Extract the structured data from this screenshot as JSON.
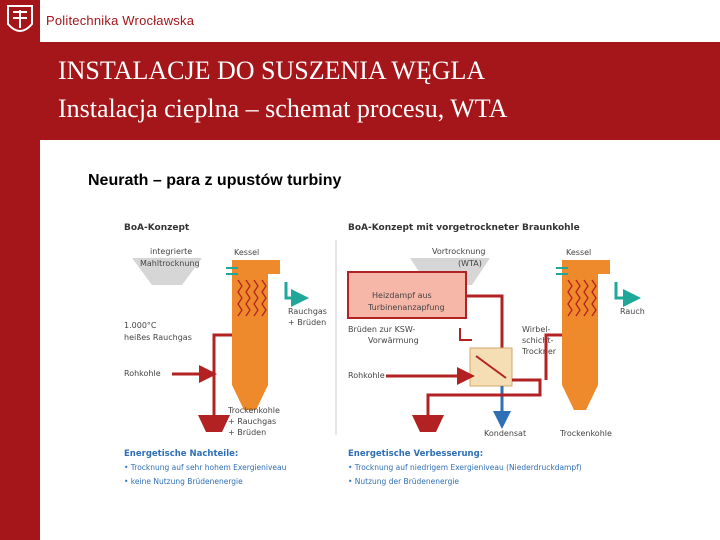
{
  "header": {
    "university": "Politechnika Wrocławska",
    "title_line1": "INSTALACJE DO SUSZENIA WĘGLA",
    "title_line2": "Instalacja cieplna – schemat procesu, WTA"
  },
  "slide": {
    "subtitle": "Neurath – para z upustów turbiny"
  },
  "left": {
    "heading": "BoA-Konzept",
    "label_mahl1": "integrierte",
    "label_mahl2": "Mahltrocknung",
    "kessel": "Kessel",
    "rauchgas1": "Rauchgas",
    "rauchgas2": "+ Brüden",
    "temp1": "1.000°C",
    "temp2": "heißes Rauchgas",
    "rohkohle": "Rohkohle",
    "trocken1": "Trockenkohle",
    "trocken2": "+ Rauchgas",
    "trocken3": "+ Brüden",
    "nachteile_title": "Energetische Nachteile:",
    "nachteile_1": "• Trocknung auf sehr hohem Exergieniveau",
    "nachteile_2": "• keine Nutzung Brüdenenergie"
  },
  "right": {
    "heading": "BoA-Konzept mit vorgetrockneter Braunkohle",
    "vortrocknung1": "Vortrocknung",
    "vortrocknung2": "(WTA)",
    "kessel": "Kessel",
    "rauch": "Rauch",
    "heizdampf1": "Heizdampf aus",
    "heizdampf2": "Turbinenanzapfung",
    "brueden1": "Brüden zur KSW-",
    "brueden2": "Vorwärmung",
    "wirbel1": "Wirbel-",
    "wirbel2": "schicht-",
    "wirbel3": "Trockner",
    "rohkohle": "Rohkohle",
    "kondensat": "Kondensat",
    "trockenkohle": "Trockenkohle",
    "verbesserung_title": "Energetische Verbesserung:",
    "verbesserung_1": "• Trocknung auf niedrigem Exergieniveau (Niederdruckdampf)",
    "verbesserung_2": "• Nutzung der Brüdenenergie"
  },
  "colors": {
    "brand_red": "#a4161a",
    "boiler_orange": "#ee8a2c",
    "pipe_red": "#b22222",
    "teal": "#1fa89a",
    "blue": "#2f6fb5",
    "heating_box": "#f6b6a8"
  }
}
